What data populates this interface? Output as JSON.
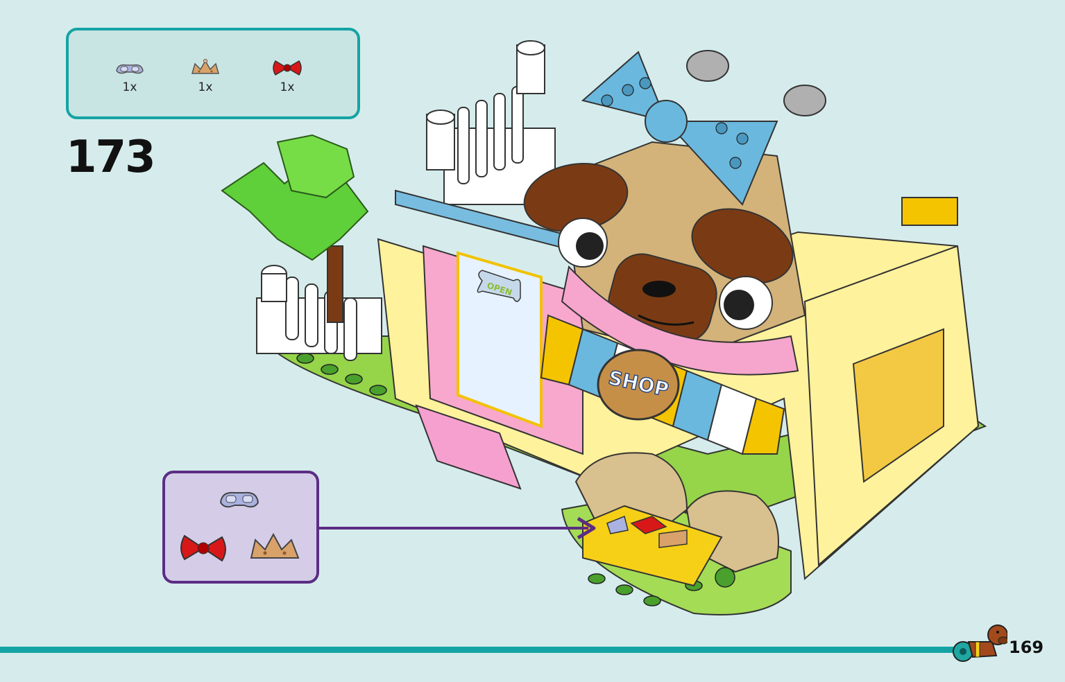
{
  "step": {
    "number": "173"
  },
  "parts_list": [
    {
      "name": "goggles-icon",
      "color": "#a9b2e0",
      "qty": "1x"
    },
    {
      "name": "crown-icon",
      "color": "#d8a26a",
      "qty": "1x"
    },
    {
      "name": "bow-icon",
      "color": "#d81818",
      "qty": "1x"
    }
  ],
  "scene": {
    "sign_text": "SHOP",
    "door_sign_text": "OPEN"
  },
  "footer": {
    "page_number": "169"
  },
  "colors": {
    "background": "#d6ecec",
    "accent_teal": "#16a3a3",
    "callout_border": "#5b2d84",
    "callout_fill": "#d5cde8"
  }
}
